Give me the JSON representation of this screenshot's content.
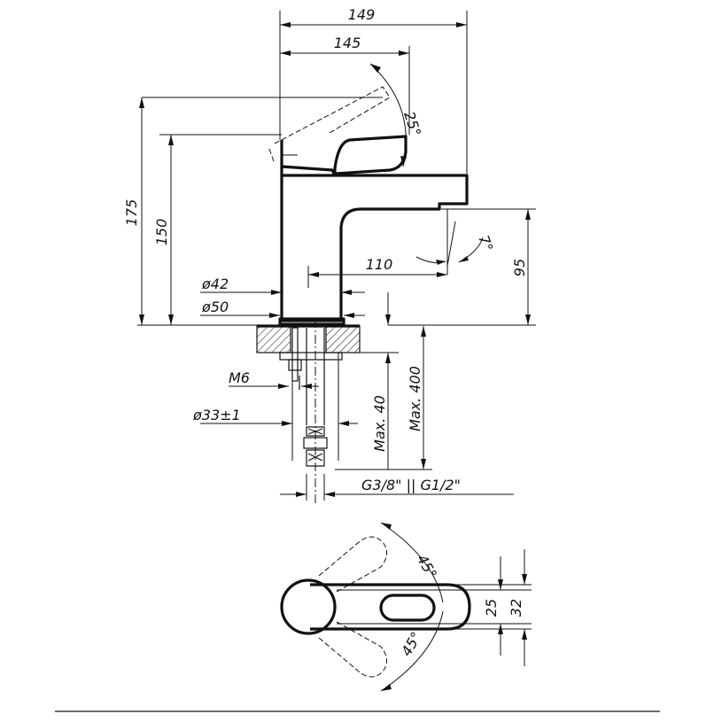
{
  "dimensions": {
    "overall_length": "149",
    "spout_length": "145",
    "lever_angle_top": "25°",
    "overall_height": "175",
    "body_height": "150",
    "spout_projection": "110",
    "spout_angle": "7°",
    "spout_height": "95",
    "body_diameter": "ø42",
    "base_diameter": "ø50",
    "stud_thread": "M6",
    "hole_diameter": "ø33±1",
    "max_deck": "Max. 40",
    "max_hose": "Max. 400",
    "connection": "G3/8\" || G1/2\"",
    "lever_angle_plan_top": "45°",
    "lever_angle_plan_bottom": "45°",
    "lever_width_inner": "25",
    "lever_width_outer": "32"
  }
}
